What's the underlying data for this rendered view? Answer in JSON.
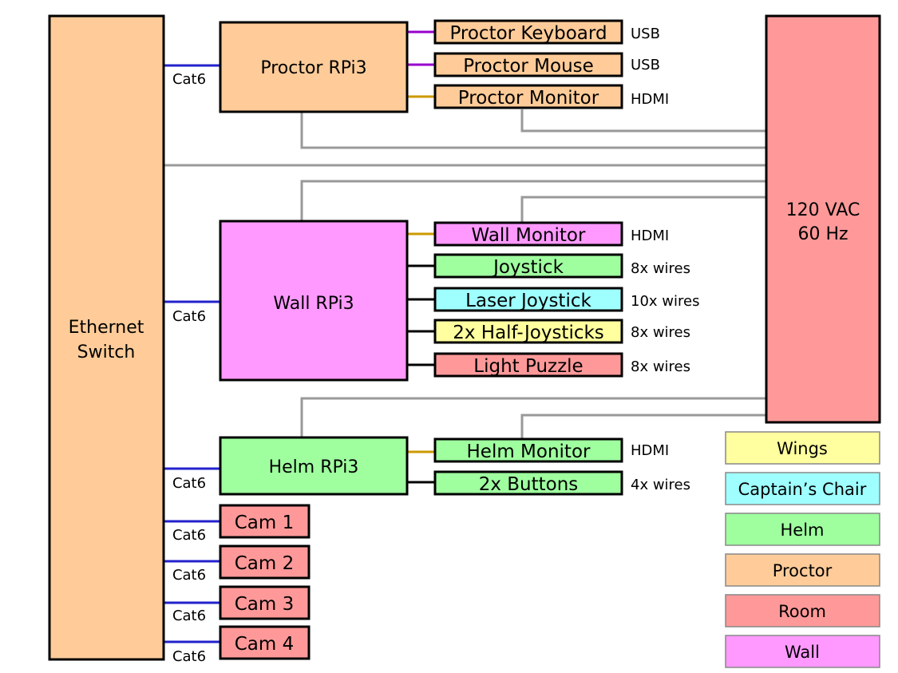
{
  "colors": {
    "wings": "#ffff9f",
    "captains_chair": "#9fffff",
    "helm": "#9fff9f",
    "proctor": "#ffcc99",
    "room": "#ff9999",
    "wall": "#ff99ff",
    "cat6_line": "#2222cc",
    "usb_line": "#9900cc",
    "hdmi_line": "#cc9900",
    "wire_line": "#000000",
    "power_line": "#999999"
  },
  "ethernet_switch": {
    "line1": "Ethernet",
    "line2": "Switch"
  },
  "power": {
    "line1": "120 VAC",
    "line2": "60 Hz"
  },
  "proctor_rpi": {
    "label": "Proctor RPi3",
    "cat": "Cat6"
  },
  "wall_rpi": {
    "label": "Wall RPi3",
    "cat": "Cat6"
  },
  "helm_rpi": {
    "label": "Helm RPi3",
    "cat": "Cat6"
  },
  "proctor_devices": [
    {
      "label": "Proctor Keyboard",
      "conn": "USB"
    },
    {
      "label": "Proctor Mouse",
      "conn": "USB"
    },
    {
      "label": "Proctor Monitor",
      "conn": "HDMI"
    }
  ],
  "wall_devices": [
    {
      "label": "Wall Monitor",
      "conn": "HDMI"
    },
    {
      "label": "Joystick",
      "conn": "8x wires"
    },
    {
      "label": "Laser Joystick",
      "conn": "10x wires"
    },
    {
      "label": "2x Half-Joysticks",
      "conn": "8x wires"
    },
    {
      "label": "Light Puzzle",
      "conn": "8x wires"
    }
  ],
  "helm_devices": [
    {
      "label": "Helm Monitor",
      "conn": "HDMI"
    },
    {
      "label": "2x Buttons",
      "conn": "4x wires"
    }
  ],
  "cameras": [
    {
      "label": "Cam 1",
      "cat": "Cat6"
    },
    {
      "label": "Cam 2",
      "cat": "Cat6"
    },
    {
      "label": "Cam 3",
      "cat": "Cat6"
    },
    {
      "label": "Cam 4",
      "cat": "Cat6"
    }
  ],
  "legend": [
    {
      "label": "Wings"
    },
    {
      "label": "Captain’s Chair"
    },
    {
      "label": "Helm"
    },
    {
      "label": "Proctor"
    },
    {
      "label": "Room"
    },
    {
      "label": "Wall"
    }
  ]
}
